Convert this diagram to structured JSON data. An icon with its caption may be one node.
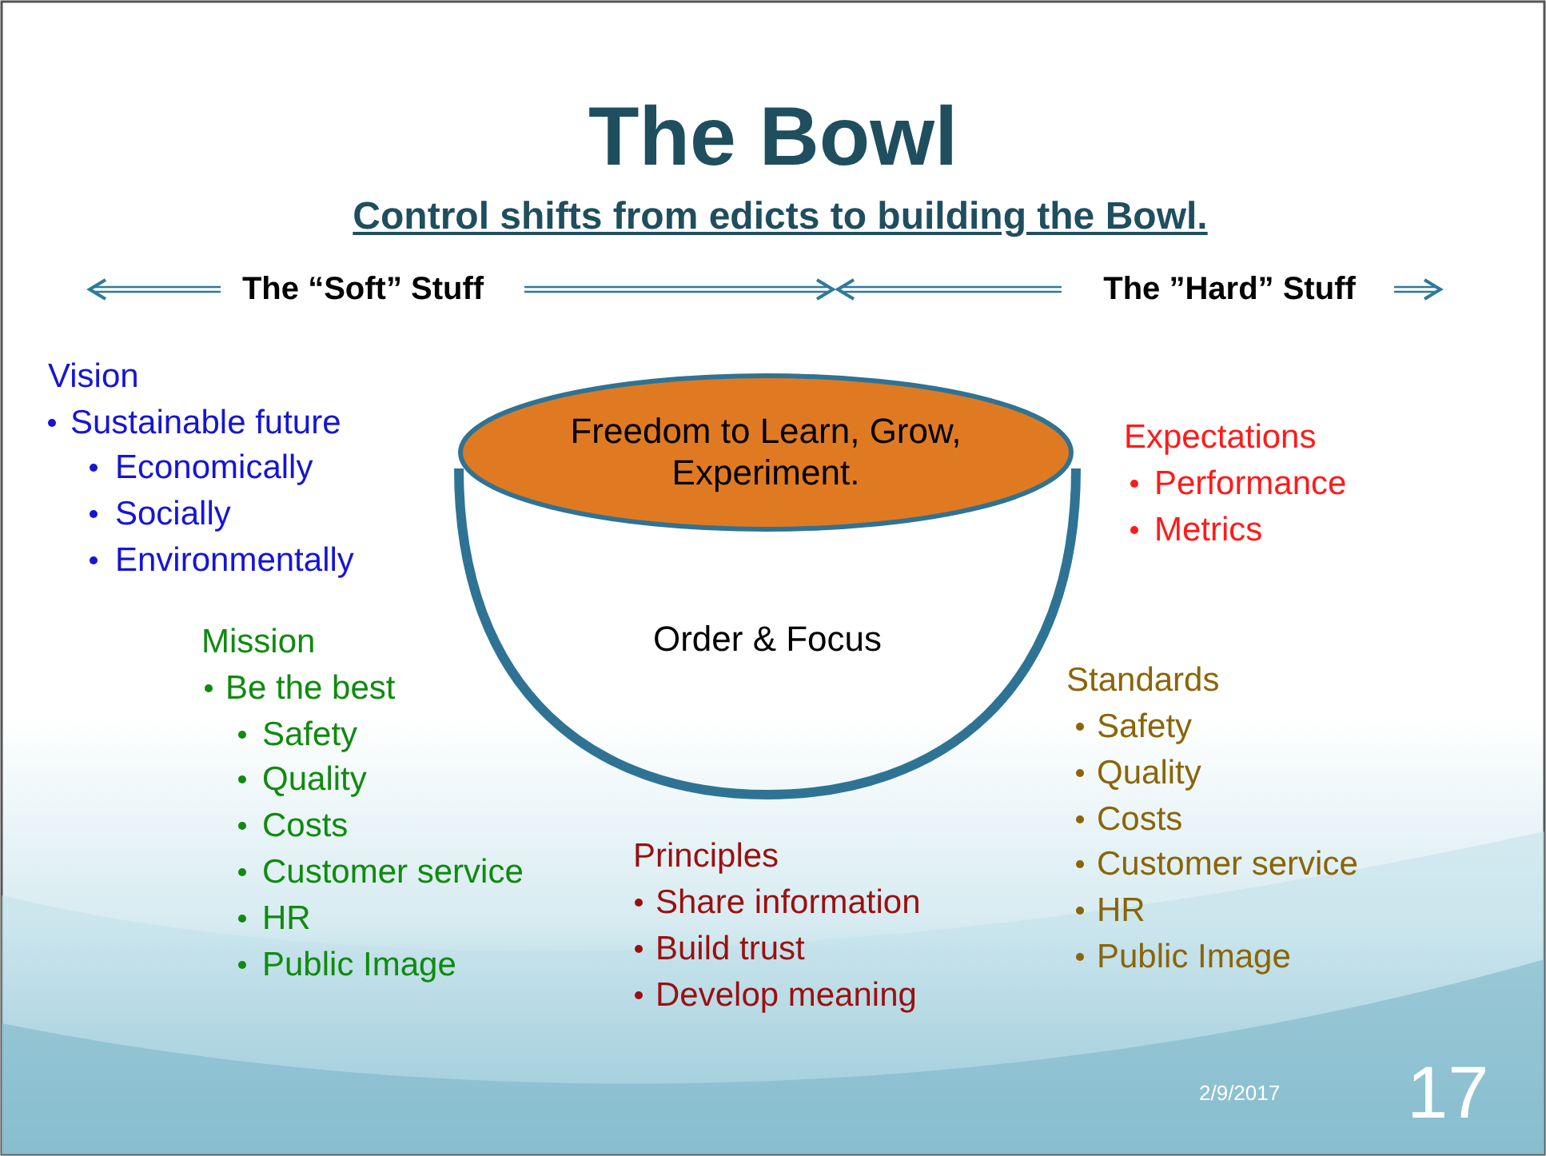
{
  "diagram": {
    "title": "The Bowl",
    "nodes": [
      {
        "text": [
          "Order & Focus"
        ]
      },
      {
        "text": [
          "Freedom to Learn, Grow, Experiment."
        ]
      }
    ],
    "edges": [],
    "labels": [
      "Control shifts from edicts to building the Bowl.",
      "The “Soft” Stuff",
      "The ”Hard” Stuff",
      "Vision",
      "Sustainable future",
      "Economically",
      "Socially",
      "Environmentally",
      "Expectations",
      "Performance",
      "Metrics",
      "Mission",
      "Be the best",
      "Safety",
      "Quality",
      "Costs",
      "Customer service",
      "HR",
      "Public Image",
      "Standards",
      "Safety",
      "Quality",
      "Costs",
      "Customer service",
      "HR",
      "Public Image",
      "Principles",
      "Share information",
      "Build trust",
      "Develop meaning",
      "2/9/2017",
      "17"
    ]
  }
}
